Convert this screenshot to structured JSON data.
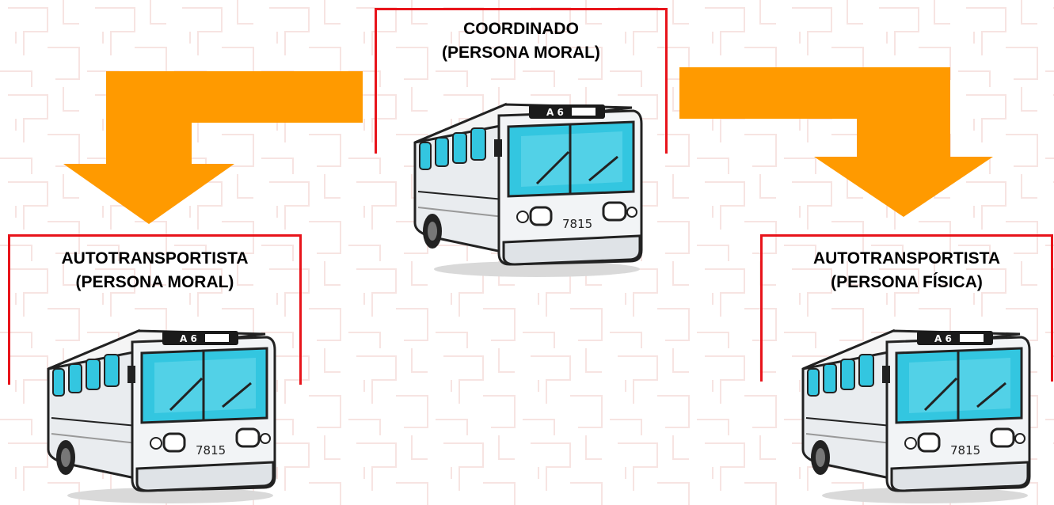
{
  "nodes": {
    "top": {
      "line1": "COORDINADO",
      "line2": "(PERSONA MORAL)",
      "bus_number": "7815",
      "bus_sign": "A 6"
    },
    "left": {
      "line1": "AUTOTRANSPORTISTA",
      "line2": "(PERSONA MORAL)",
      "bus_number": "7815",
      "bus_sign": "A 6"
    },
    "right": {
      "line1": "AUTOTRANSPORTISTA",
      "line2": "(PERSONA FÍSICA)",
      "bus_number": "7815",
      "bus_sign": "A 6"
    }
  },
  "colors": {
    "frame": "#e8141b",
    "arrow": "#ff9a00",
    "bus_glass": "#33c6e0",
    "bus_body": "#eef0f2",
    "pattern": "#f7e4e2"
  },
  "icons": {
    "bus": "bus-icon",
    "arrow": "arrow-icon"
  }
}
